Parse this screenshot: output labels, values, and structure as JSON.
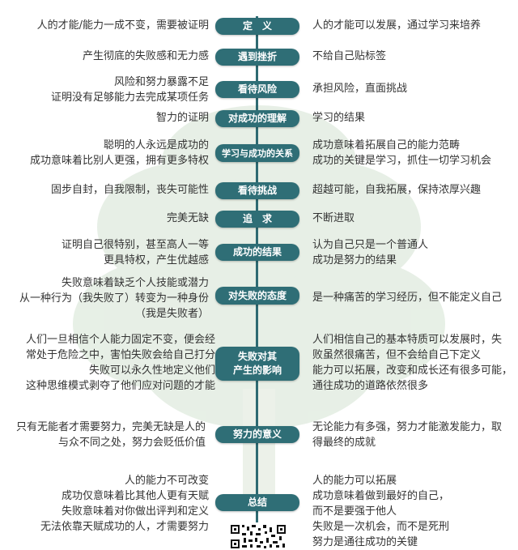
{
  "rows": [
    {
      "node": "定　义",
      "left": [
        "人的才能/能力一成不变，需要被证明"
      ],
      "right": [
        "人的才能可以发展，通过学习来培养"
      ]
    },
    {
      "node": "遇到挫折",
      "left": [
        "产生彻底的失败感和无力感"
      ],
      "right": [
        "不给自己贴标签"
      ]
    },
    {
      "node": "看待风险",
      "left": [
        "风险和努力暴露不足",
        "证明没有足够能力去完成某项任务"
      ],
      "right": [
        "承担风险，直面挑战"
      ]
    },
    {
      "node": "对成功的理解",
      "left": [
        "智力的证明"
      ],
      "right": [
        "学习的结果"
      ]
    },
    {
      "node": "学习与成功的关系",
      "left": [
        "聪明的人永远是成功的",
        "成功意味着比别人更强，拥有更多特权"
      ],
      "right": [
        "成功意味着拓展自己的能力范畴",
        "成功的关键是学习，抓住一切学习机会"
      ]
    },
    {
      "node": "看待挑战",
      "left": [
        "固步自封，自我限制，丧失可能性"
      ],
      "right": [
        "超越可能，自我拓展，保持浓厚兴趣"
      ]
    },
    {
      "node": "追　求",
      "left": [
        "完美无缺"
      ],
      "right": [
        "不断进取"
      ]
    },
    {
      "node": "成功的结果",
      "left": [
        "证明自己很特别，甚至高人一等",
        "更具特权，产生优越感"
      ],
      "right": [
        "认为自己只是一个普通人",
        "成功是努力的结果"
      ]
    },
    {
      "node": "对失败的态度",
      "left": [
        "失败意味着缺乏个人技能或潜力",
        "从一种行为（我失败了）转变为一种身份",
        "（我是失败者）"
      ],
      "right": [
        "是一种痛苦的学习经历，但不能定义自己"
      ]
    },
    {
      "node": "失败对其产生的影响",
      "node_lines": [
        "失败对其",
        "产生的影响"
      ],
      "left": [
        "人们一旦相信个人能力固定不变，便会经",
        "常处于危险之中，害怕失败会给自己打分",
        "失败可以永久性地定义他们",
        "这种思维模式剥夺了他们应对问题的才能"
      ],
      "right": [
        "人们相信自己的基本特质可以发展时，失",
        "败虽然很痛苦，但不会给自己下定义",
        "能力可以拓展，改变和成长还有很多可能，",
        "通往成功的道路依然很多"
      ]
    },
    {
      "node": "努力的意义",
      "left": [
        "只有无能者才需要努力，完美无缺是人的",
        "与众不同之处，努力会贬低价值"
      ],
      "right": [
        "无论能力有多强，努力才能激发能力，取",
        "得最终的成就"
      ]
    },
    {
      "node": "总结",
      "left": [
        "人的能力不可改变",
        "成功仅意味着比其他人更有天赋",
        "失败意味着对你做出评判和定义",
        "无法依靠天赋成功的人，才需要努力"
      ],
      "right": [
        "人的能力可以拓展",
        "成功意味着做到最好的自己，",
        "而不是要强于他人",
        "失败是一次机会，而不是死刑",
        "努力是通往成功的关键"
      ]
    }
  ],
  "colors": {
    "node_bg": "#2f6e76",
    "spine": "#2e6a72",
    "tree": "#cfe0cf"
  }
}
